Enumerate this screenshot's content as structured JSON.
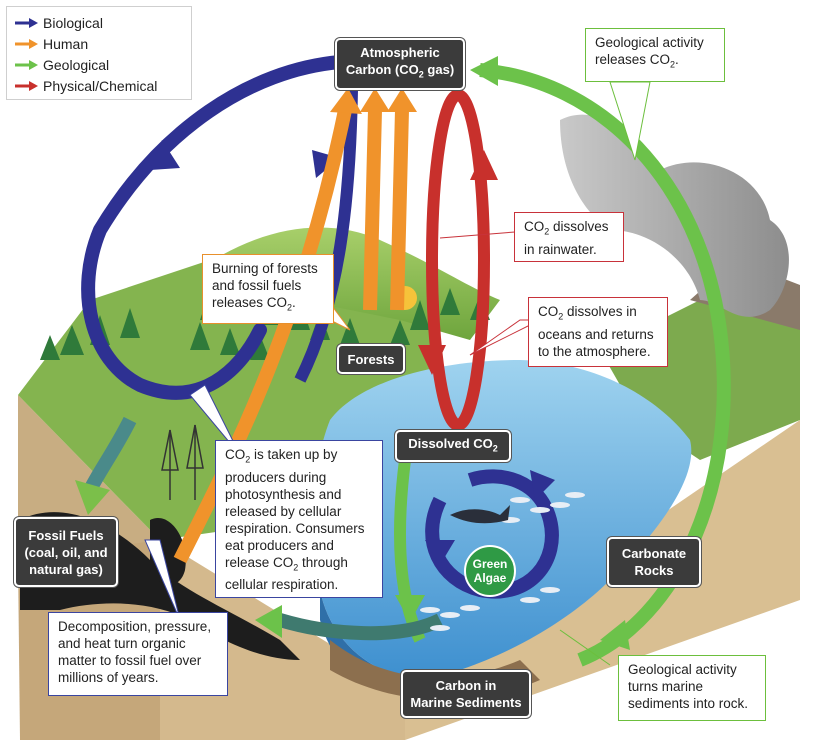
{
  "legend": {
    "items": [
      {
        "label": "Biological",
        "color": "#2e3192"
      },
      {
        "label": "Human",
        "color": "#f0932b"
      },
      {
        "label": "Geological",
        "color": "#6cc24a"
      },
      {
        "label": "Physical/Chemical",
        "color": "#c8302c"
      }
    ]
  },
  "nodes": {
    "atmospheric": {
      "line1": "Atmospheric",
      "line2": "Carbon (CO",
      "sub": "2",
      "line2_end": " gas)"
    },
    "forests": "Forests",
    "dissolved": {
      "text": "Dissolved CO",
      "sub": "2"
    },
    "fossil_fuels": {
      "line1": "Fossil Fuels",
      "line2": "(coal, oil, and",
      "line3": "natural gas)"
    },
    "green_algae": {
      "line1": "Green",
      "line2": "Algae"
    },
    "carbonate_rocks": {
      "line1": "Carbonate",
      "line2": "Rocks"
    },
    "marine_sediments": {
      "line1": "Carbon in",
      "line2": "Marine Sediments"
    }
  },
  "callouts": {
    "geological_releases": {
      "line1": "Geological activity",
      "line2": "releases CO",
      "sub": "2",
      "end": "."
    },
    "rainwater": {
      "line1_a": "CO",
      "sub": "2",
      "line1_b": " dissolves",
      "line2": "in rainwater."
    },
    "burning": {
      "line1": "Burning of forests",
      "line2": "and fossil fuels",
      "line3": "releases CO",
      "sub": "2",
      "end": "."
    },
    "oceans": {
      "line1_a": "CO",
      "sub": "2",
      "line1_b": " dissolves in",
      "line2": "oceans and returns",
      "line3": "to the atmosphere."
    },
    "producers": {
      "l1a": "CO",
      "sub1": "2",
      "l1b": " is taken up by",
      "l2": "producers during",
      "l3": "photosynthesis and",
      "l4": "released by cellular",
      "l5": "respiration. Consumers",
      "l6": "eat producers and",
      "l7a": "release CO",
      "sub2": "2",
      "l7b": " through",
      "l8": "cellular respiration."
    },
    "decomposition": {
      "line1": "Decomposition, pressure,",
      "line2": "and heat turn organic",
      "line3": "matter to fossil fuel over",
      "line4": "millions of years."
    },
    "sediments_rock": {
      "line1": "Geological activity",
      "line2": "turns marine",
      "line3": "sediments into rock."
    }
  }
}
